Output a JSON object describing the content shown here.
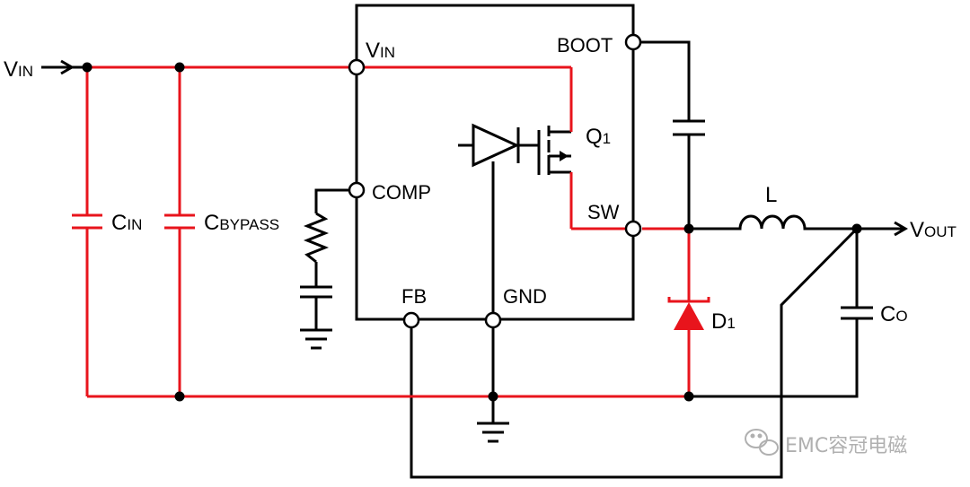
{
  "colors": {
    "current_loop": "#e8141c",
    "wire": "#000000",
    "watermark": "#b0b0b0"
  },
  "labels": {
    "vin_input": {
      "main": "V",
      "sub": "IN"
    },
    "cin": {
      "main": "C",
      "sub": "IN"
    },
    "cbypass": {
      "main": "C",
      "sub": "BYPASS"
    },
    "pin_vin": {
      "main": "V",
      "sub": "IN"
    },
    "pin_boot": "BOOT",
    "pin_comp": "COMP",
    "pin_sw": "SW",
    "pin_fb": "FB",
    "pin_gnd": "GND",
    "q1": {
      "main": "Q",
      "sub": "1"
    },
    "inductor": "L",
    "vout": {
      "main": "V",
      "sub": "OUT"
    },
    "diode": {
      "main": "D",
      "sub": "1"
    },
    "co": {
      "main": "C",
      "sub": "O"
    }
  },
  "watermark": {
    "text": "EMC容冠电磁",
    "icon": "wechat-icon"
  }
}
